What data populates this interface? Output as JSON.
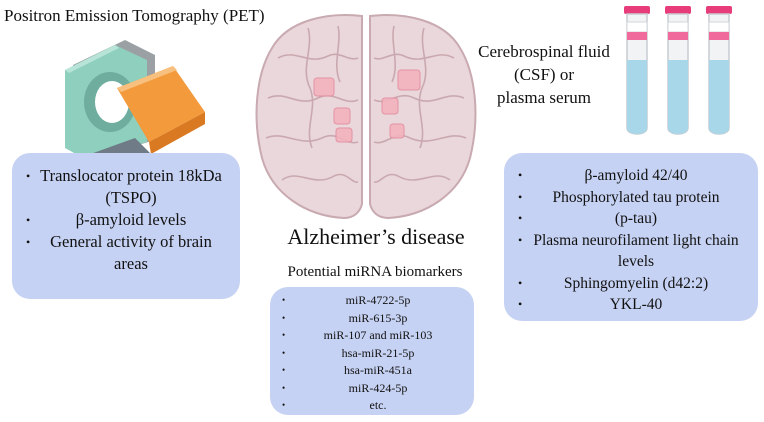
{
  "pet": {
    "title": "Positron Emission Tomography (PET)",
    "items": [
      "Translocator protein 18kDa (TSPO)",
      "β-amyloid levels",
      "General activity of brain areas"
    ]
  },
  "csf": {
    "title_lines": [
      "Cerebrospinal fluid",
      "(CSF) or",
      "plasma serum"
    ],
    "items": [
      "β-amyloid 42/40",
      "Phosphorylated tau protein",
      "(p-tau)",
      "Plasma neurofilament light chain levels",
      "Sphingomyelin (d42:2)",
      "YKL-40"
    ]
  },
  "center": {
    "title": "Alzheimer’s disease"
  },
  "mirna": {
    "title": "Potential miRNA biomarkers",
    "items": [
      "miR-4722-5p",
      "miR-615-3p",
      "miR-107 and miR-103",
      "hsa-miR-21-5p",
      "hsa-miR-451a",
      "miR-424-5p",
      "etc."
    ]
  },
  "icons": {
    "scanner": "pet-scanner-icon",
    "brain": "brain-icon",
    "tubes": "test-tube-icon"
  },
  "colors": {
    "box": "#c6d2f3",
    "tube_cap": "#e83c7a",
    "tube_liquid": "#a9d7ea",
    "brain": "#ead7db",
    "scanner_bed": "#f39a3d"
  }
}
